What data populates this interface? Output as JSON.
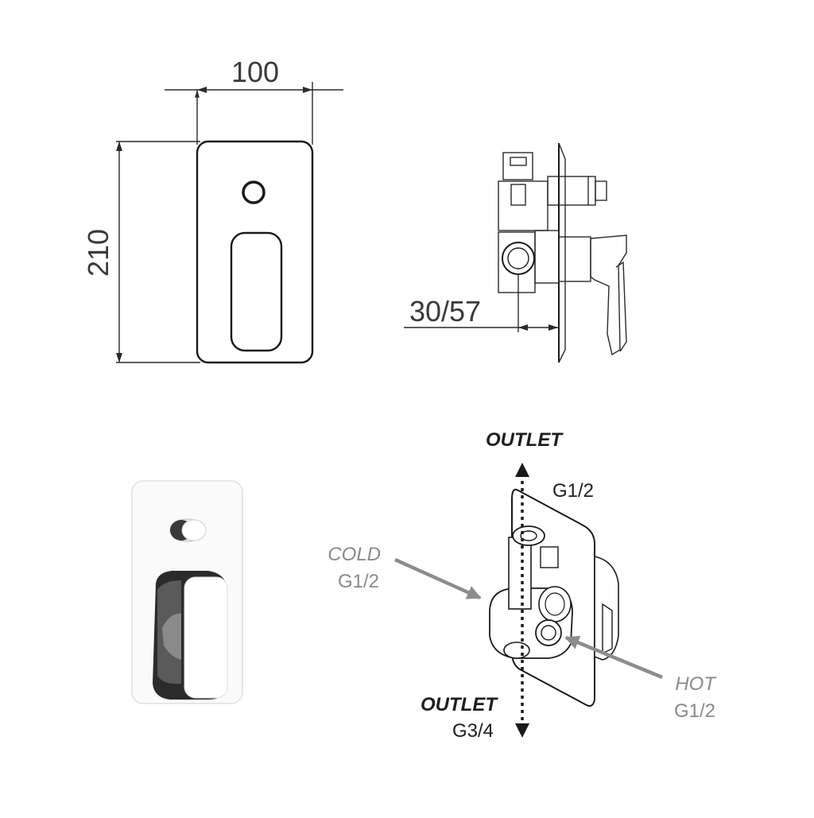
{
  "dimensions": {
    "width": "100",
    "height": "210",
    "depth": "30/57"
  },
  "connections": {
    "outlet_top": {
      "label": "OUTLET",
      "size": "G1/2"
    },
    "cold": {
      "label": "COLD",
      "size": "G1/2"
    },
    "hot": {
      "label": "HOT",
      "size": "G1/2"
    },
    "outlet_bottom": {
      "label": "OUTLET",
      "size": "G3/4"
    }
  },
  "colors": {
    "line": "#2a2a2a",
    "label_dark": "#1e1e1e",
    "label_gray": "#8a8a8a",
    "arrow_gray": "#8c8c8c"
  }
}
